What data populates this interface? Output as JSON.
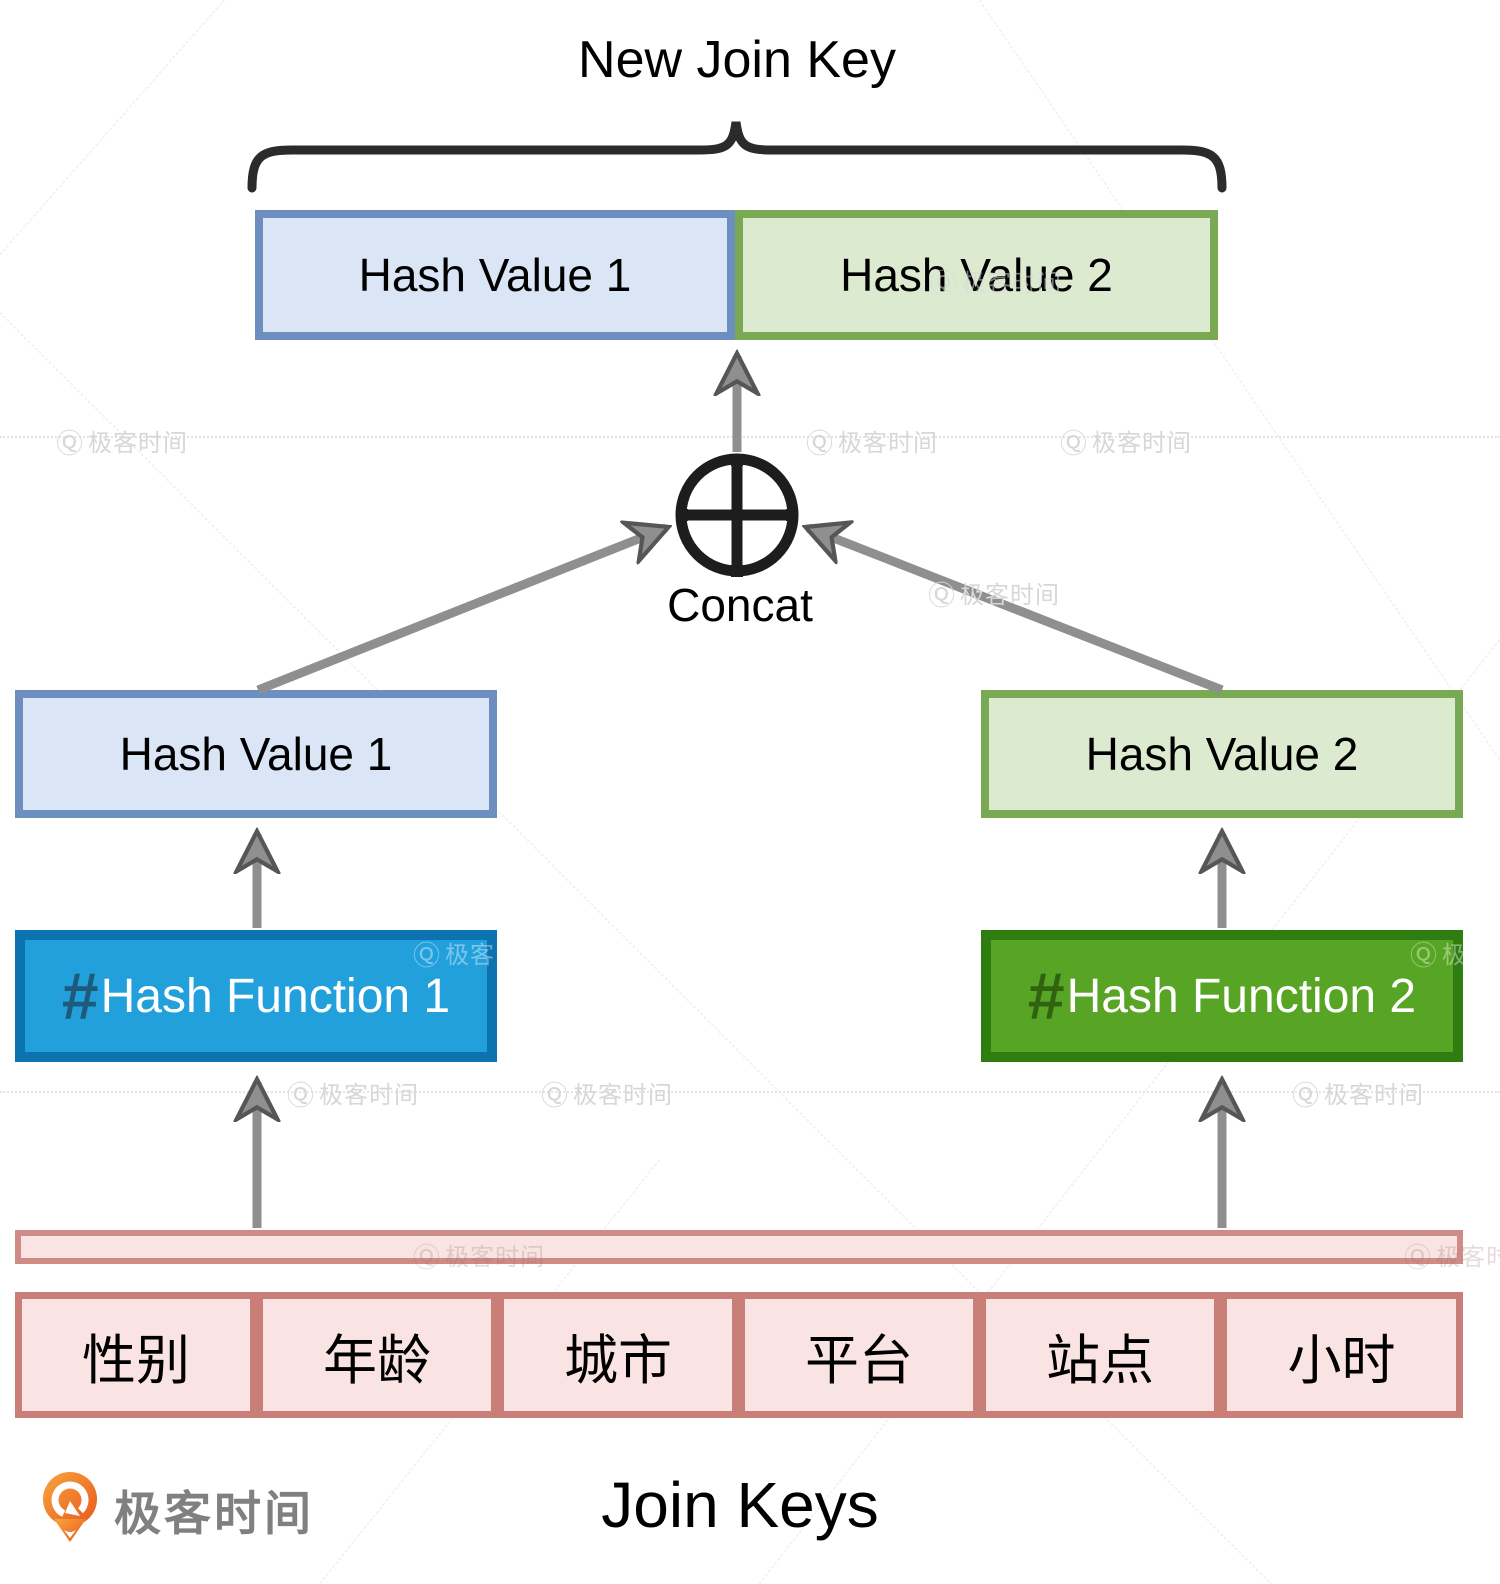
{
  "diagram": {
    "title": "New Join Key",
    "result_segments": [
      {
        "label": "Hash Value 1"
      },
      {
        "label": "Hash Value 2"
      }
    ],
    "concat_label": "Concat",
    "hash_values": [
      {
        "label": "Hash Value 1"
      },
      {
        "label": "Hash Value 2"
      }
    ],
    "hash_functions": [
      {
        "symbol": "#",
        "label": "Hash Function 1"
      },
      {
        "symbol": "#",
        "label": "Hash Function 2"
      }
    ],
    "join_fields": [
      "性别",
      "年龄",
      "城市",
      "平台",
      "站点",
      "小时"
    ],
    "caption": "Join Keys"
  },
  "brand": {
    "name": "极客时间"
  },
  "watermark": {
    "glyph": "Ⓠ",
    "text": "极客时间"
  },
  "colors": {
    "light_blue_fill": "#dae6f6",
    "light_blue_border": "#6d8fbf",
    "light_green_fill": "#dcead0",
    "light_green_border": "#79a953",
    "bright_blue_fill": "#22a0dc",
    "bright_blue_border": "#0c72b0",
    "bright_green_fill": "#58a424",
    "bright_green_border": "#2f7d10",
    "pink_fill": "#f9e4e3",
    "pink_border": "#c97f78",
    "arrow_gray": "#8f8f8f",
    "ink": "#1d1d1d",
    "brand_orange": "#ee6a23"
  }
}
